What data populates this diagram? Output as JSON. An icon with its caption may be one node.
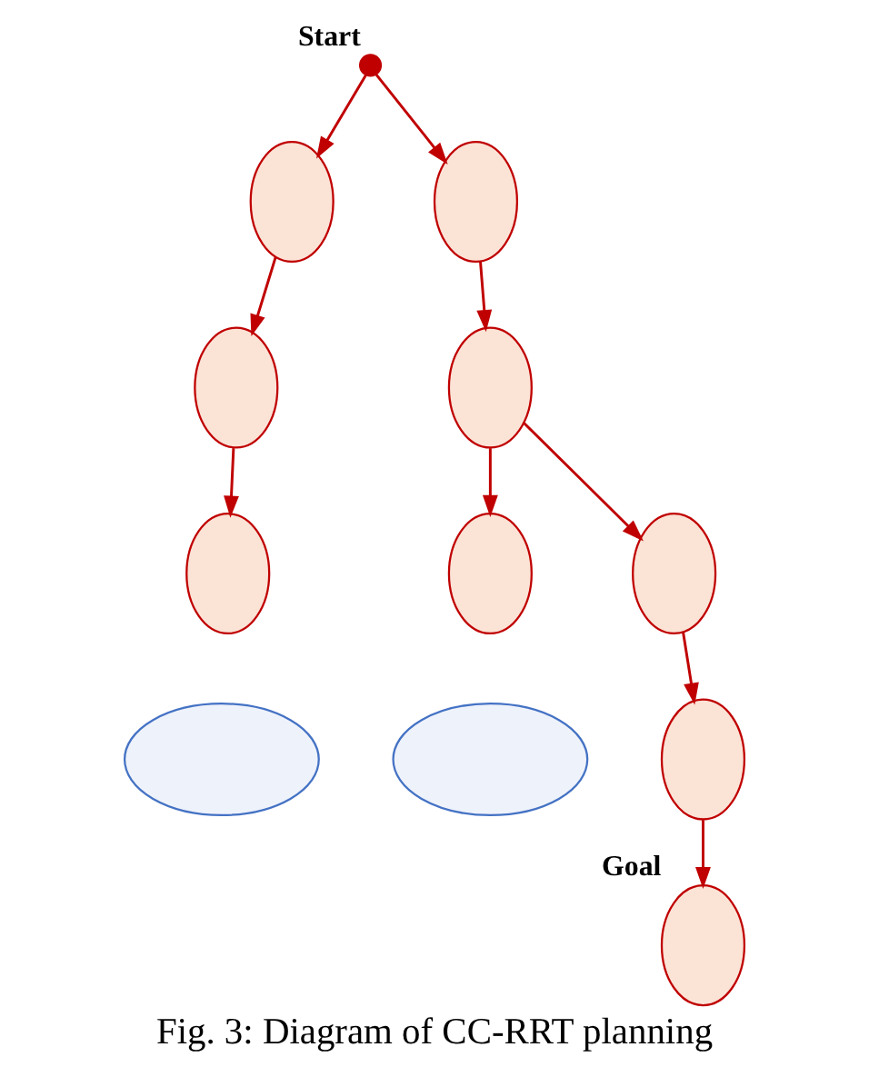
{
  "diagram": {
    "caption": "Fig. 3: Diagram of CC-RRT planning",
    "nodes": [
      {
        "text": [],
        "shape": "circle",
        "beside": [
          "Start"
        ]
      },
      {
        "text": [],
        "shape": "ellipse"
      },
      {
        "text": [],
        "shape": "ellipse"
      },
      {
        "text": [],
        "shape": "ellipse"
      },
      {
        "text": [],
        "shape": "ellipse"
      },
      {
        "text": [],
        "shape": "ellipse"
      },
      {
        "text": [],
        "shape": "ellipse"
      },
      {
        "text": [],
        "shape": "ellipse"
      },
      {
        "text": [],
        "shape": "ellipse"
      },
      {
        "text": [],
        "shape": "ellipse",
        "beside": [
          "Goal"
        ]
      },
      {
        "text": [],
        "shape": "ellipse"
      },
      {
        "text": [],
        "shape": "ellipse"
      }
    ],
    "edges": [
      {
        "from": 0,
        "to": 1,
        "arrow": "to"
      },
      {
        "from": 1,
        "to": 2,
        "arrow": "to"
      },
      {
        "from": 2,
        "to": 3,
        "arrow": "to"
      },
      {
        "from": 0,
        "to": 4,
        "arrow": "to"
      },
      {
        "from": 4,
        "to": 5,
        "arrow": "to"
      },
      {
        "from": 5,
        "to": 6,
        "arrow": "to"
      },
      {
        "from": 5,
        "to": 7,
        "arrow": "to"
      },
      {
        "from": 7,
        "to": 8,
        "arrow": "to"
      },
      {
        "from": 8,
        "to": 9,
        "arrow": "to"
      }
    ]
  }
}
